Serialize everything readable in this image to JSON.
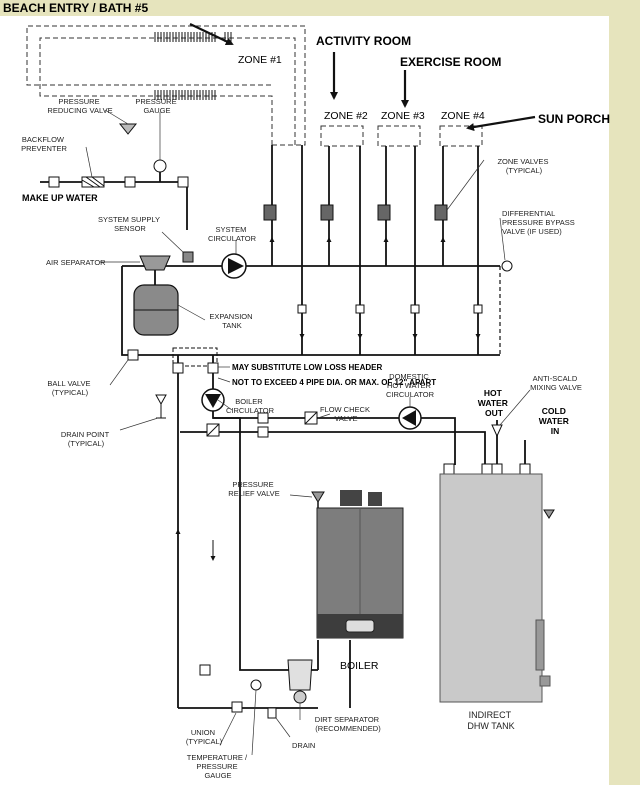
{
  "colors": {
    "background": "#ffffff",
    "side_band": "#e6e4bd",
    "pipe": "#111111",
    "tank": "#c9c9c9",
    "boiler": "#7d7d7d"
  },
  "room_labels": {
    "beach_entry": "BEACH ENTRY / BATH #5",
    "activity_room": "ACTIVITY ROOM",
    "exercise_room": "EXERCISE ROOM",
    "sun_porch": "SUN PORCH"
  },
  "zones": {
    "zone1": "ZONE #1",
    "zone2": "ZONE #2",
    "zone3": "ZONE #3",
    "zone4": "ZONE #4"
  },
  "labels": {
    "pressure_reducing_valve": [
      "PRESSURE",
      "REDUCING VALVE"
    ],
    "pressure_gauge": [
      "PRESSURE",
      "GAUGE"
    ],
    "backflow_preventer": [
      "BACKFLOW",
      "PREVENTER"
    ],
    "make_up_water": "MAKE UP WATER",
    "system_supply_sensor": [
      "SYSTEM SUPPLY",
      "SENSOR"
    ],
    "system_circulator": [
      "SYSTEM",
      "CIRCULATOR"
    ],
    "air_separator": "AIR SEPARATOR",
    "expansion_tank": [
      "EXPANSION",
      "TANK"
    ],
    "zone_valves": [
      "ZONE VALVES",
      "(TYPICAL)"
    ],
    "diff_bypass": [
      "DIFFERENTIAL",
      "PRESSURE BYPASS",
      "VALVE (IF USED)"
    ],
    "low_loss_header": "MAY SUBSTITUTE LOW LOSS HEADER",
    "pipe_spacing": "NOT TO EXCEED 4 PIPE DIA. OR MAX. OF 12\" APART",
    "ball_valve": [
      "BALL VALVE",
      "(TYPICAL)"
    ],
    "drain_point": [
      "DRAIN POINT",
      "(TYPICAL)"
    ],
    "boiler_circulator": [
      "BOILER",
      "CIRCULATOR"
    ],
    "flow_check_valve": [
      "FLOW CHECK",
      "VALVE"
    ],
    "dhw_circulator": [
      "DOMESTIC",
      "HOT WATER",
      "CIRCULATOR"
    ],
    "hot_water_out": [
      "HOT",
      "WATER",
      "OUT"
    ],
    "anti_scald": [
      "ANTI-SCALD",
      "MIXING VALVE"
    ],
    "cold_water_in": [
      "COLD",
      "WATER",
      "IN"
    ],
    "pressure_relief": [
      "PRESSURE",
      "RELIEF VALVE"
    ],
    "boiler": "BOILER",
    "indirect_tank": [
      "INDIRECT",
      "DHW TANK"
    ],
    "union": [
      "UNION",
      "(TYPICAL)"
    ],
    "temp_pressure": [
      "TEMPERATURE /",
      "PRESSURE",
      "GAUGE"
    ],
    "dirt_separator": [
      "DIRT SEPARATOR",
      "(RECOMMENDED)"
    ],
    "drain": "DRAIN"
  }
}
